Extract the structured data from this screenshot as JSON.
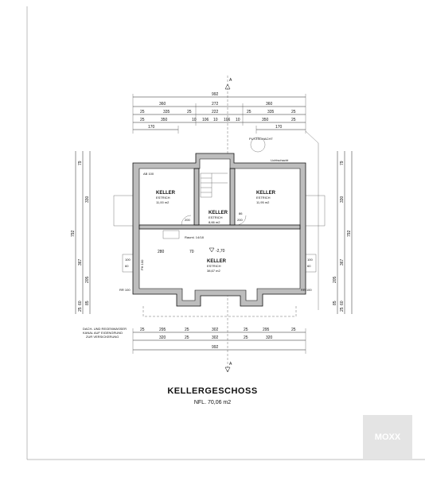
{
  "title": "KELLERGESCHOSS",
  "subtitle": "NFL. 70,06 m2",
  "section_mark": "A",
  "logo_text": "MOXX",
  "rooms": [
    {
      "name": "KELLER",
      "floor": "ESTRICH",
      "area": "11,00 m2"
    },
    {
      "name": "KELLER",
      "floor": "ESTRICH",
      "area": "11,95 m2"
    },
    {
      "name": "KELLER",
      "floor": "ESTRICH",
      "area": "8,66 m2"
    },
    {
      "name": "KELLER",
      "floor": "ESTRICH",
      "area": "38,67 m2"
    }
  ],
  "level_mark": "-2,70",
  "labels": {
    "putz": "PUTZSCHACHT",
    "lichtschacht": "Lichtschacht",
    "dach": "DACH- UND REGENWASSER",
    "kanal": "KANAL AUF EIGENGRUND",
    "zur": "ZUR VERSICKERUNG",
    "rf": "Rauml. 14/18",
    "ab": "AB 100",
    "rr": "RR 100",
    "pf": "PH 100"
  },
  "dims_top": [
    "992",
    "360",
    "272",
    "360",
    "25",
    "335",
    "25",
    "222",
    "25",
    "335",
    "25",
    "25",
    "350",
    "10",
    "106",
    "10",
    "106",
    "10",
    "350",
    "25",
    "170",
    "170"
  ],
  "dims_bottom": [
    "25",
    "295",
    "25",
    "302",
    "25",
    "295",
    "25",
    "320",
    "25",
    "302",
    "25",
    "320",
    "992"
  ],
  "dims_left": [
    "79",
    "330",
    "792",
    "367",
    "205",
    "85",
    "60",
    "25"
  ],
  "dims_right": [
    "79",
    "330",
    "792",
    "367",
    "205",
    "85",
    "60",
    "25"
  ],
  "dims_inner": [
    "280",
    "70",
    "100",
    "60",
    "200",
    "200",
    "86",
    "100",
    "60"
  ]
}
